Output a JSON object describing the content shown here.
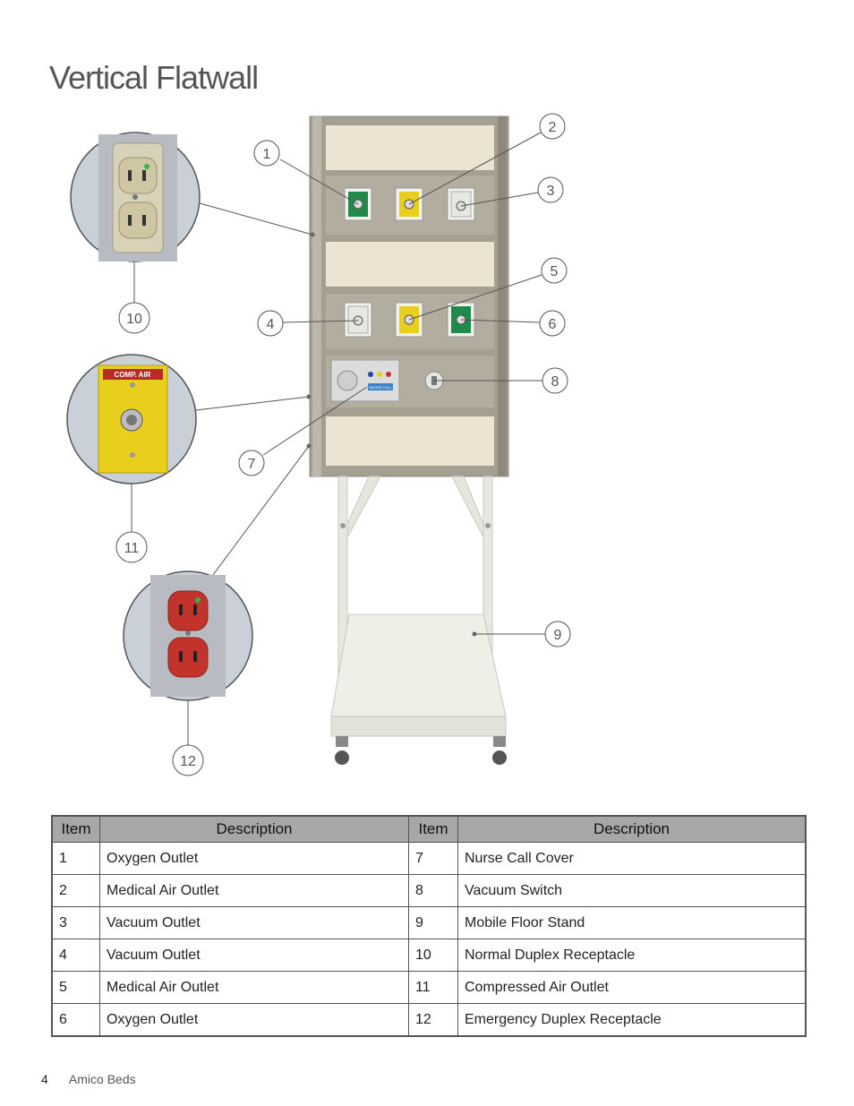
{
  "page": {
    "title": "Vertical Flatwall"
  },
  "callouts": [
    "1",
    "2",
    "3",
    "4",
    "5",
    "6",
    "7",
    "8",
    "9",
    "10",
    "11",
    "12"
  ],
  "labels": {
    "comp_air_plate": "COMP. AIR",
    "nurse_call_badge": "NURSE CALL"
  },
  "table": {
    "headers": [
      "Item",
      "Description",
      "Item",
      "Description"
    ],
    "rows": [
      [
        "1",
        "Oxygen Outlet",
        "7",
        "Nurse Call Cover"
      ],
      [
        "2",
        "Medical Air Outlet",
        "8",
        "Vacuum Switch"
      ],
      [
        "3",
        "Vacuum Outlet",
        "9",
        "Mobile Floor Stand"
      ],
      [
        "4",
        "Vacuum Outlet",
        "10",
        "Normal Duplex Receptacle"
      ],
      [
        "5",
        "Medical Air Outlet",
        "11",
        "Compressed Air Outlet"
      ],
      [
        "6",
        "Oxygen Outlet",
        "12",
        "Emergency Duplex Receptacle"
      ]
    ]
  },
  "footer": {
    "page_number": "4",
    "brand": "Amico Beds"
  },
  "colors": {
    "oxygen_green": "#1f8a4a",
    "medical_air_yellow": "#e8cf1c",
    "vacuum_white": "#e8e8e2",
    "receptacle_red": "#c2332c",
    "panel_cream": "#ece3d2",
    "frame_gray": "#a59f92"
  }
}
